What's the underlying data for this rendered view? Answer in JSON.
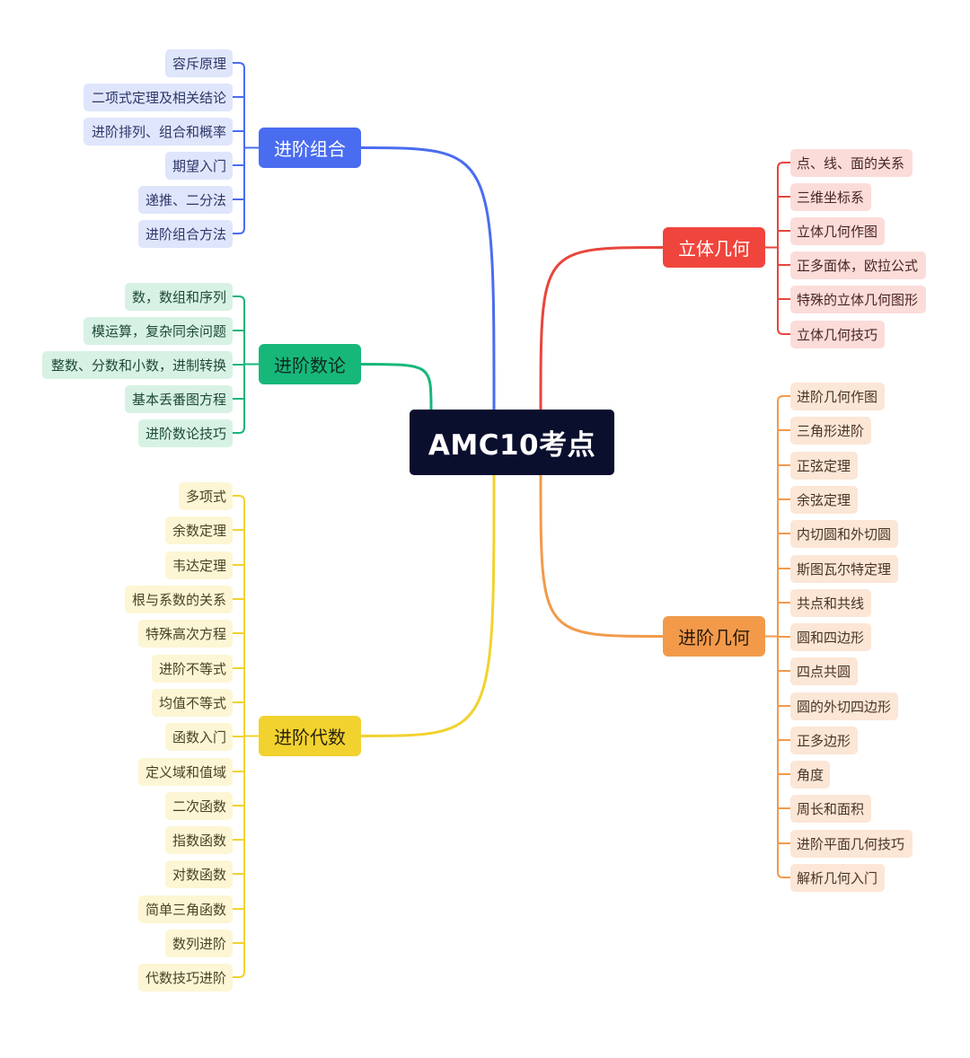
{
  "center": "AMC10考点",
  "branches": {
    "combinatorics": {
      "label": "进阶组合",
      "color": "#4a6cf0",
      "bg": "#4a6cf0",
      "text": "#ffffff",
      "leaf_bg": "#dfe5fb",
      "leaf_text": "#2d3768",
      "items": [
        "容斥原理",
        "二项式定理及相关结论",
        "进阶排列、组合和概率",
        "期望入门",
        "递推、二分法",
        "进阶组合方法"
      ]
    },
    "number_theory": {
      "label": "进阶数论",
      "color": "#17b77a",
      "bg": "#17b77a",
      "text": "#0f2a1f",
      "leaf_bg": "#d7f2e4",
      "leaf_text": "#1e4a36",
      "items": [
        "数，数组和序列",
        "模运算，复杂同余问题",
        "整数、分数和小数，进制转换",
        "基本丢番图方程",
        "进阶数论技巧"
      ]
    },
    "algebra": {
      "label": "进阶代数",
      "color": "#f2d22e",
      "bg": "#f2d22e",
      "text": "#2a2410",
      "leaf_bg": "#fcf6d4",
      "leaf_text": "#4a4322",
      "items": [
        "多项式",
        "余数定理",
        "韦达定理",
        "根与系数的关系",
        "特殊高次方程",
        "进阶不等式",
        "均值不等式",
        "函数入门",
        "定义域和值域",
        "二次函数",
        "指数函数",
        "对数函数",
        "简单三角函数",
        "数列进阶",
        "代数技巧进阶"
      ]
    },
    "solid_geometry": {
      "label": "立体几何",
      "color": "#e8453c",
      "bg": "#f0453c",
      "text": "#ffffff",
      "leaf_bg": "#fbdcd9",
      "leaf_text": "#4a2422",
      "items": [
        "点、线、面的关系",
        "三维坐标系",
        "立体几何作图",
        "正多面体，欧拉公式",
        "特殊的立体几何图形",
        "立体几何技巧"
      ]
    },
    "geometry": {
      "label": "进阶几何",
      "color": "#f29a4a",
      "bg": "#f29a4a",
      "text": "#2a1a0c",
      "leaf_bg": "#fce6d6",
      "leaf_text": "#4a3422",
      "items": [
        "进阶几何作图",
        "三角形进阶",
        "正弦定理",
        "余弦定理",
        "内切圆和外切圆",
        "斯图瓦尔特定理",
        "共点和共线",
        "圆和四边形",
        "四点共圆",
        "圆的外切四边形",
        "正多边形",
        "角度",
        "周长和面积",
        "进阶平面几何技巧",
        "解析几何入门"
      ]
    }
  }
}
